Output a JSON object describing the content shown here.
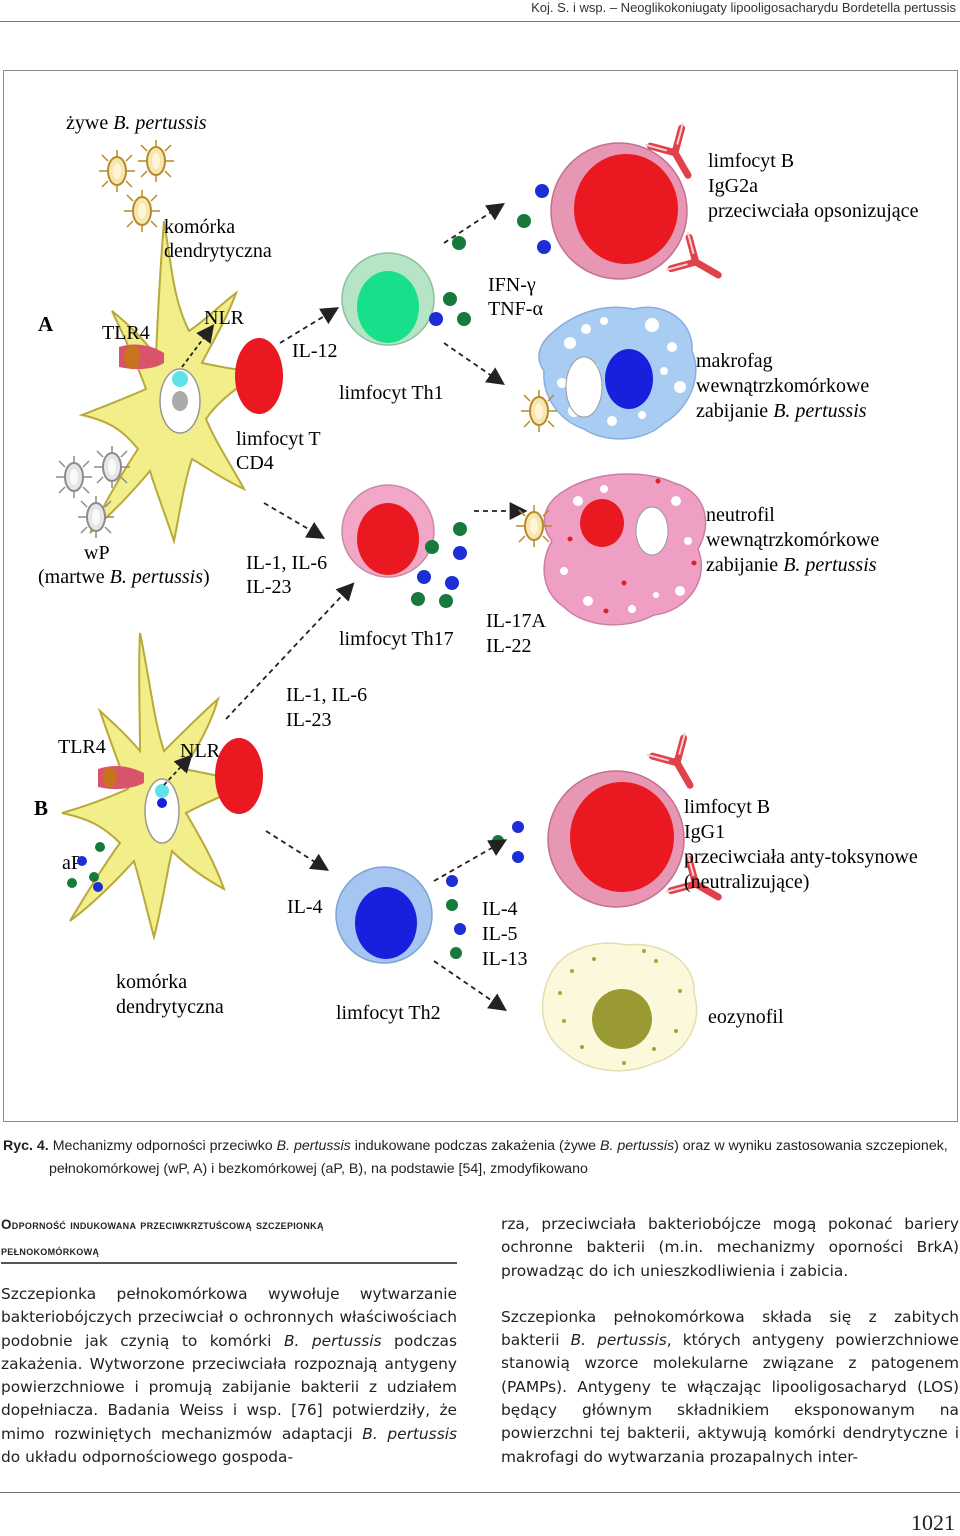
{
  "running_head": "Koj. S. i wsp. – Neoglikokoniugaty lipooligosacharydu Bordetella pertussis",
  "figure": {
    "panel_a": {
      "letter": "A",
      "live_bacteria": [
        "żywe ",
        "B. pertussis"
      ],
      "dendritic_cell": [
        "komórka",
        "dendrytyczna"
      ],
      "tlr4": "TLR4",
      "nlr": "NLR",
      "il12": "IL-12",
      "t_cell": [
        "limfocyt T",
        "CD4"
      ],
      "th1": "limfocyt Th1",
      "ifn": "IFN-γ",
      "tnf": "TNF-α",
      "b_cell_a": [
        "limfocyt B",
        "IgG2a",
        "przeciwciała opsonizujące"
      ],
      "macrophage": [
        "makrofag",
        "wewnątrzkomórkowe",
        "zabijanie ",
        "B. pertussis"
      ],
      "wp": [
        "wP",
        "(martwe ",
        "B. pertussis",
        ")"
      ],
      "th17_cytokines": [
        "IL-1, IL-6",
        "IL-23"
      ],
      "neutrophil": [
        "neutrofil",
        "wewnątrzkomórkowe",
        "zabijanie ",
        "B. pertussis"
      ],
      "th17": "limfocyt Th17",
      "il17": [
        "IL-17A",
        "IL-22"
      ]
    },
    "panel_b": {
      "letter": "B",
      "b_cytokines": [
        "IL-1, IL-6",
        "IL-23"
      ],
      "tlr4": "TLR4",
      "nlr": "NLR",
      "ap": "aP",
      "b_cell_b": [
        "limfocyt B",
        "IgG1",
        "przeciwciała anty-toksynowe",
        "(neutralizujące)"
      ],
      "il4": "IL-4",
      "th2_cytokines": [
        "IL-4",
        "IL-5",
        "IL-13"
      ],
      "dendritic_cell": [
        "komórka",
        "dendrytyczna"
      ],
      "th2": "limfocyt Th2",
      "eosinophil": "eozynofil"
    }
  },
  "caption": {
    "label": "Ryc. 4.",
    "part1": "Mechanizmy odporności przeciwko ",
    "italic1": "B. pertussis",
    "part2": " indukowane podczas zakażenia (żywe ",
    "italic2": "B. pertussis",
    "part3": ") oraz w wyniku zastosowania szczepionek,",
    "line2": "pełnokomórkowej (wP, A) i bezkomórkowej (aP, B), na podstawie [54], zmodyfikowano"
  },
  "section_title": [
    "Odporność indukowana przeciwkrztuścową szczepionką",
    "pełnokomórkową"
  ],
  "left_column": {
    "p1a": "Szczepionka pełnokomórkowa wywołuje wytwarzanie bakteriobójczych przeciwciał o ochronnych właściwościach podobnie jak czynią to komórki ",
    "p1_italic": "B. pertussis",
    "p1b": " podczas zakażenia. Wytworzone przeciwciała rozpoznają antygeny powierzchniowe i promują zabijanie bakterii z udziałem dopełniacza. Badania Weiss i wsp. [76] potwierdziły, że mimo rozwiniętych mechanizmów adaptacji ",
    "p1_italic2": "B. pertussis",
    "p1c": " do układu odpornościowego gospoda-"
  },
  "right_column": {
    "p1": "rza, przeciwciała bakteriobójcze mogą pokonać bariery ochronne bakterii (m.in. mechanizmy oporności BrkA) prowadząc do ich unieszkodliwienia i zabicia.",
    "p2a": "Szczepionka pełnokomórkowa składa się z zabitych bakterii ",
    "p2_italic": "B. pertussis",
    "p2b": ", których antygeny powierzchniowe stanowią wzorce molekularne związane z patogenem (PAMPs). Antygeny te włączając lipooligosacharyd (LOS) będący głównym składnikiem eksponowanym na powierzchni tej bakterii, aktywują komórki dendrytyczne i makrofagi do wytwarzania prozapalnych inter-"
  },
  "page_number": "1021",
  "colors": {
    "dendritic": "#f2ef8a",
    "dendritic_edge": "#b8a93a",
    "tlr4": "#d9546b",
    "th1": "#b5e5c4",
    "th1_nucleus": "#18e08a",
    "bcell": "#e796b3",
    "nucleus_red": "#ea1820",
    "th17": "#f2a7c6",
    "macrophage": "#a9cdf2",
    "neutrophil": "#ef9ec4",
    "th2": "#a4c6f0",
    "nucleus_blue": "#1820dd",
    "eosinophil": "#fbf8dc",
    "eos_nucleus": "#9a9a32",
    "cytokine_blue": "#1d2ed6",
    "cytokine_green": "#157a3c",
    "antibody": "#e0414a"
  }
}
